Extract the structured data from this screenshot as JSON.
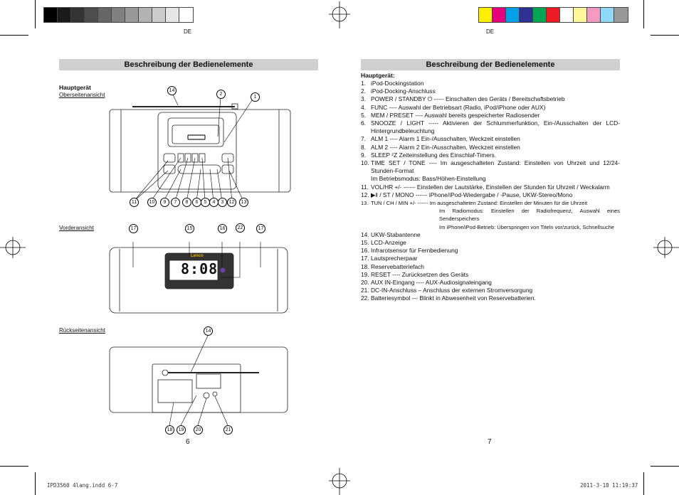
{
  "header": {
    "lang_left": "DE",
    "lang_right": "DE",
    "gray_swatches": [
      "#000000",
      "#1a1a1a",
      "#333333",
      "#4d4d4d",
      "#666666",
      "#808080",
      "#999999",
      "#b3b3b3",
      "#cccccc",
      "#e6e6e6",
      "#ffffff"
    ],
    "color_swatches": [
      "#ffef00",
      "#e6007e",
      "#00a0e9",
      "#2e3192",
      "#00a651",
      "#ed1c24",
      "#ffffff",
      "#fff799",
      "#f49ac1",
      "#8ed8f8",
      "#999999"
    ]
  },
  "left": {
    "section_title": "Beschreibung der Bedienelemente",
    "hauptgeraet": "Hauptgerät",
    "top_view": "Oberseitenansicht",
    "front_view": "Vorderansicht",
    "back_view": "Rückseitenansicht",
    "top_callouts": [
      "14",
      "2",
      "1",
      "11",
      "10",
      "9",
      "7",
      "8",
      "6",
      "5",
      "4",
      "3",
      "12",
      "13"
    ],
    "front_callouts": [
      "17",
      "15",
      "16",
      "22",
      "17"
    ],
    "back_callouts": [
      "14",
      "18",
      "19",
      "20",
      "21"
    ],
    "lcd_time": "8:08",
    "lcd_brand": "Lenco",
    "page_number": "6"
  },
  "right": {
    "section_title": "Beschreibung der Bedienelemente",
    "hauptgeraet": "Hauptgerät:",
    "items": [
      {
        "num": "1.",
        "text": "iPod-Dockingstation"
      },
      {
        "num": "2.",
        "text": "iPod-Docking-Anschluss"
      },
      {
        "num": "3.",
        "text": "POWER / STANDBY ⏻ ----- Einschalten des Geräts / Bereitschaftsbetrieb"
      },
      {
        "num": "4.",
        "text": "FUNC ---- Auswahl der Betriebsart (Radio, iPod/iPhone oder AUX)"
      },
      {
        "num": "5.",
        "text": "MEM / PRESET ---- Auswahl bereits gespeicherter Radiosender"
      },
      {
        "num": "6.",
        "text": "SNOOZE / LIGHT ----- Aktivieren der Schlummerfunktion, Ein-/Ausschalten der LCD-Hintergrundbeleuchtung"
      },
      {
        "num": "7.",
        "text": "ALM 1 ---- Alarm 1 Ein-/Ausschalten, Weckzeit einstellen"
      },
      {
        "num": "8.",
        "text": "ALM 2 ---- Alarm 2 Ein-/Ausschalten, Weckzeit einstellen"
      },
      {
        "num": "9.",
        "text": "SLEEP ᶻZ Zeiteinstellung des Einschlaf-Timers."
      },
      {
        "num": "10.",
        "text": "TIME SET / TONE ---- Im ausgeschalteten Zustand: Einstellen von Uhrzeit und 12/24-Stunden-Format"
      },
      {
        "num": "",
        "text": "Im Betriebsmodus: Bass/Höhen-Einstellung"
      },
      {
        "num": "11.",
        "text": "VOL/HR +/- ------ Einstellen der Lautstärke, Einstellen der Stunden für Uhrzeit / Weckalarm"
      },
      {
        "num": "12.",
        "text": "▶‖ / ST / MONO ------  iPhone/iPod-Wiedergabe / -Pause, UKW-Stereo/Mono"
      }
    ],
    "item13_num": "13.",
    "item13_head": "TUN / CH / MIN +/- ------",
    "item13_a": "Im ausgeschalteten Zustand: Einstellen der Minuten für die Uhrzeit",
    "item13_b": "Im Radiomodus: Einstellen der Radiofrequenz, Auswahl eines Senderspeichers",
    "item13_c": "Im iPhone/iPod-Betrieb: Überspringen von Titeln vor/zurück, Schnellsuche",
    "items_after": [
      {
        "num": "14.",
        "text": "UKW-Stabantenne"
      },
      {
        "num": "15.",
        "text": "LCD-Anzeige"
      },
      {
        "num": "16.",
        "text": "Infrarotsensor für Fernbedienung"
      },
      {
        "num": "17.",
        "text": "Lautsprecherpaar"
      },
      {
        "num": "18.",
        "text": "Reservebatteriefach"
      },
      {
        "num": "19.",
        "text": "RESET ---- Zurücksetzen des Geräts"
      },
      {
        "num": "20.",
        "text": "AUX IN-Eingang ---- AUX-Audiosignaleingang"
      },
      {
        "num": "21.",
        "text": "DC-IN-Anschluss – Anschluss der externen Stromversorgung"
      },
      {
        "num": "22.",
        "text": "Batteriesymbol --- Blinkt in Abwesenheit von Reservebatterien."
      }
    ],
    "page_number": "7"
  },
  "footer": {
    "file": "IPD3560 4lang.indd   6-7",
    "date": "2011-3-18   11:19:37"
  }
}
